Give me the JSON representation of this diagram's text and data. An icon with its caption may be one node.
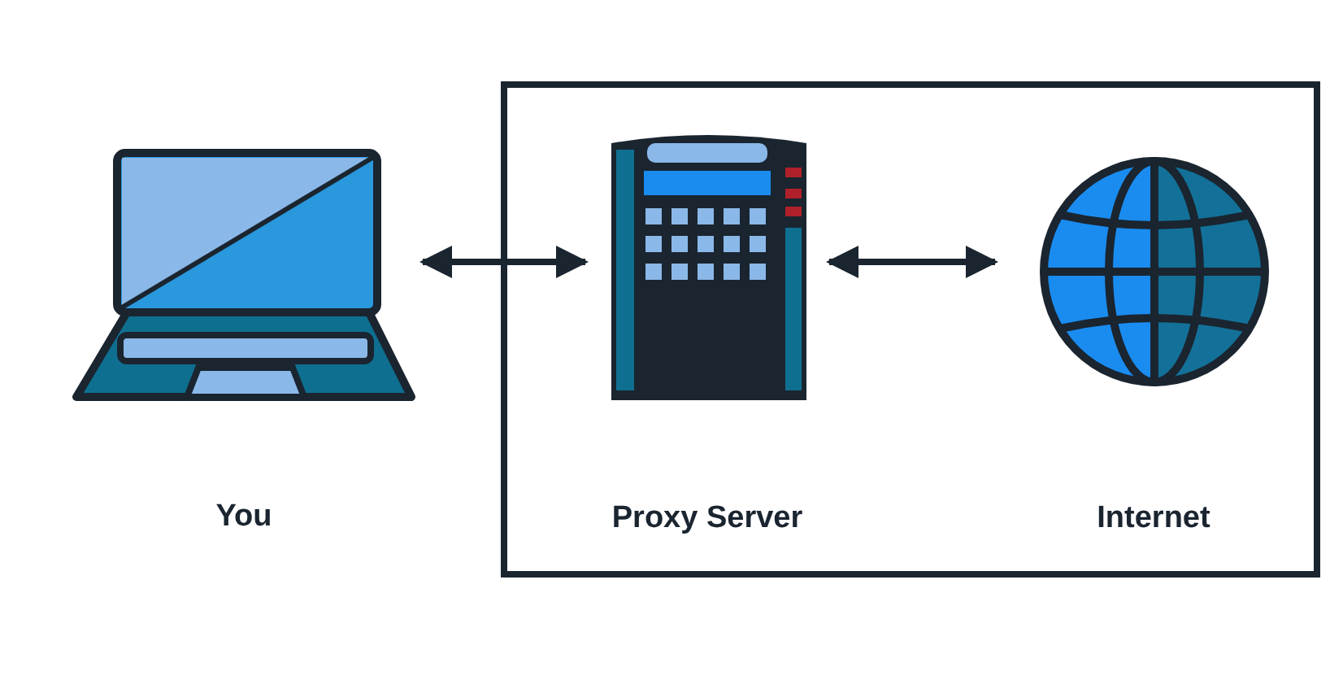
{
  "diagram": {
    "nodes": [
      {
        "text": [
          "You"
        ]
      },
      {
        "text": [],
        "shape": "box"
      },
      {
        "text": [
          "Proxy Server"
        ],
        "in": 1
      },
      {
        "text": [
          "Internet"
        ],
        "in": 1
      }
    ],
    "edges": [
      {
        "from": 0,
        "to": 2,
        "arrow": "both"
      },
      {
        "from": 2,
        "to": 3,
        "arrow": "both"
      }
    ]
  }
}
